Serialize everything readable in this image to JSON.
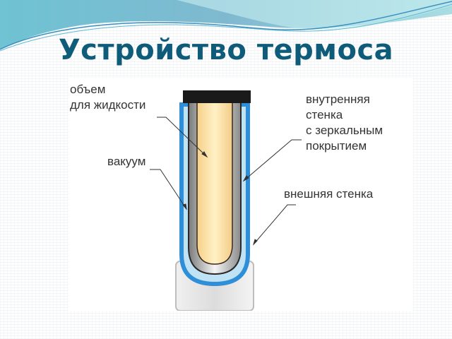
{
  "slide": {
    "title": "Устройство термоса",
    "title_color": "#0e5c79"
  },
  "diagram": {
    "labels": {
      "liquid_volume_line1": "объем",
      "liquid_volume_line2": "для жидкости",
      "vacuum": "вакуум",
      "inner_wall_line1": "внутренняя",
      "inner_wall_line2": "стенка",
      "inner_wall_line3": "с зеркальным",
      "inner_wall_line4": "покрытием",
      "outer_wall": "внешняя стенка"
    },
    "colors": {
      "liquid": "#fbe0a0",
      "cap": "#1a1a1a",
      "vacuum": "#bfe3f5",
      "outer_wall": "#2e8fd8",
      "inner_wall": "#b8b8b8"
    }
  }
}
